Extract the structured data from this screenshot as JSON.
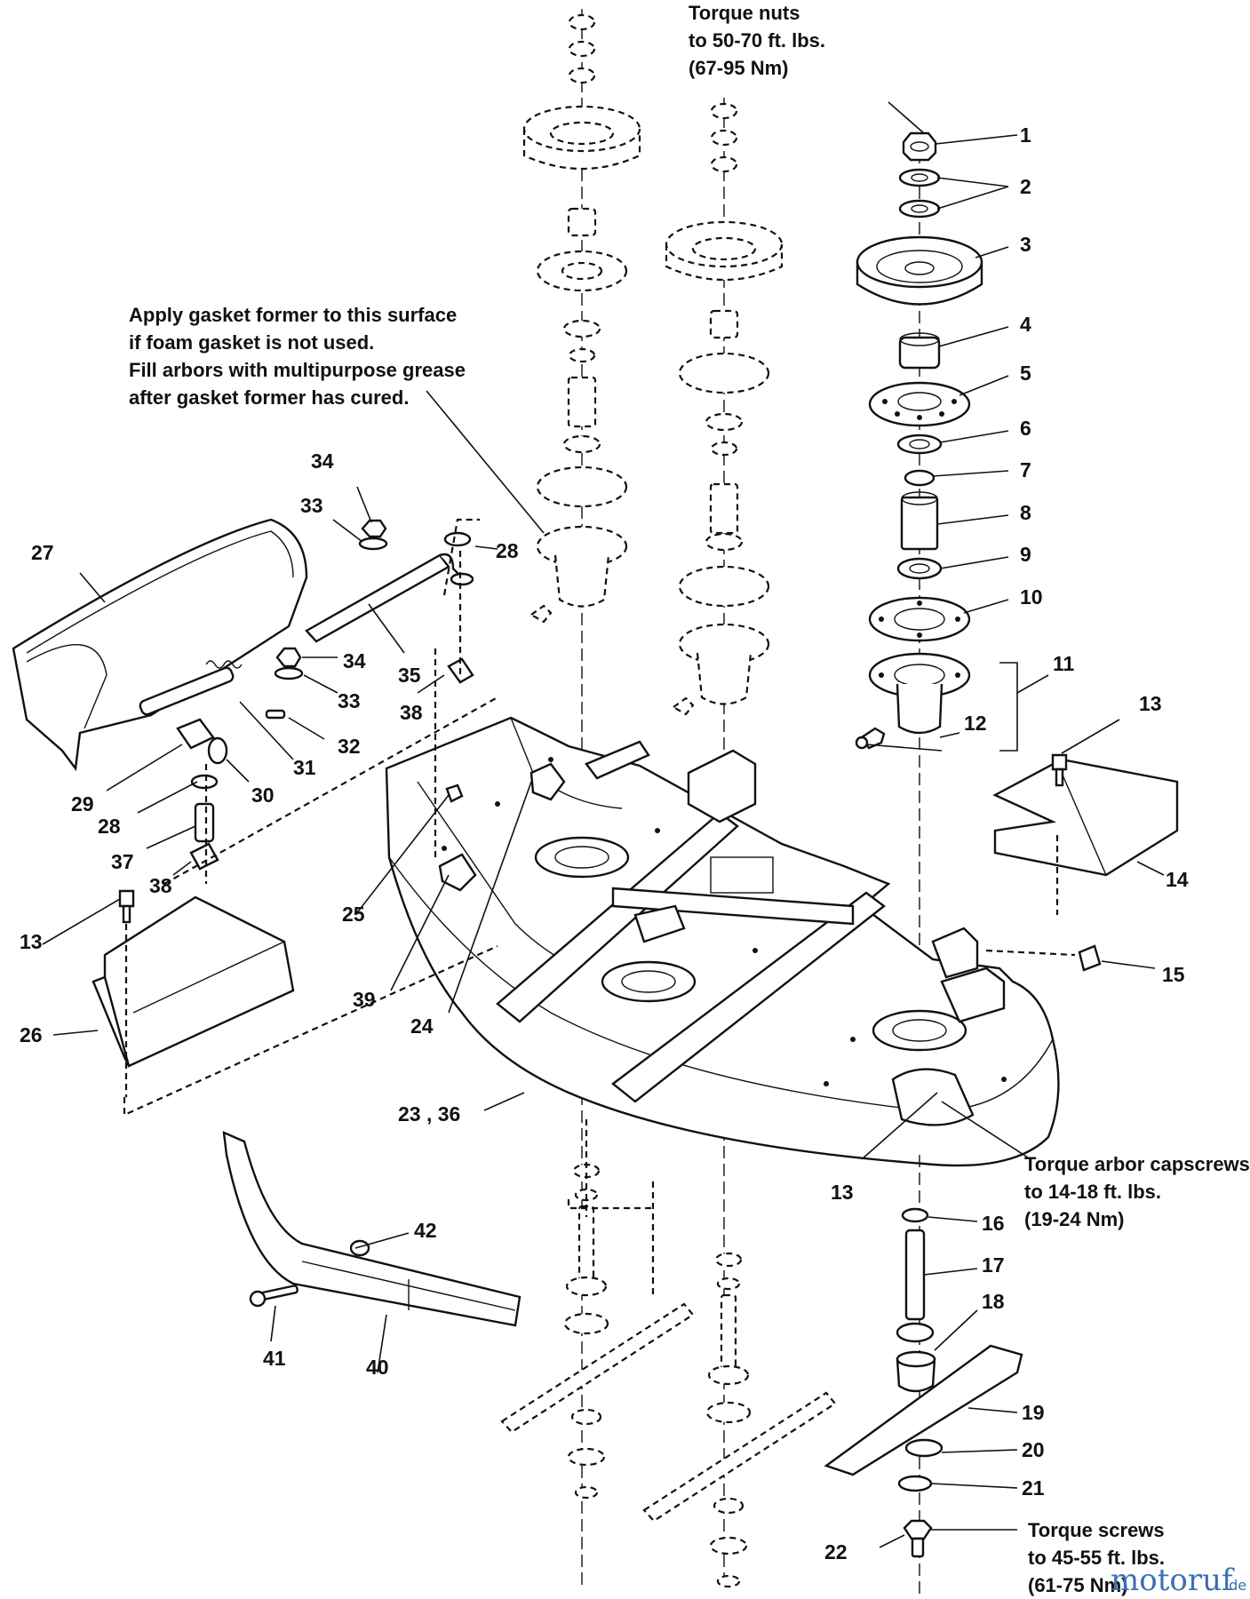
{
  "callouts": {
    "n1": "1",
    "n2": "2",
    "n3": "3",
    "n4": "4",
    "n5": "5",
    "n6": "6",
    "n7": "7",
    "n8": "8",
    "n9": "9",
    "n10": "10",
    "n11": "11",
    "n12": "12",
    "n13a": "13",
    "n13b": "13",
    "n13c": "13",
    "n14": "14",
    "n15": "15",
    "n16": "16",
    "n17": "17",
    "n18": "18",
    "n19": "19",
    "n20": "20",
    "n21": "21",
    "n22": "22",
    "n23_36": "23 , 36",
    "n24": "24",
    "n25": "25",
    "n26": "26",
    "n27": "27",
    "n28a": "28",
    "n28b": "28",
    "n29": "29",
    "n30": "30",
    "n31": "31",
    "n32": "32",
    "n33a": "33",
    "n33b": "33",
    "n34a": "34",
    "n34b": "34",
    "n35": "35",
    "n37": "37",
    "n38a": "38",
    "n38b": "38",
    "n39": "39",
    "n40": "40",
    "n41": "41",
    "n42": "42"
  },
  "notes": {
    "torque_nuts": [
      "Torque nuts",
      "to 50-70 ft. lbs.",
      "(67-95 Nm)"
    ],
    "gasket": [
      "Apply gasket former to this surface",
      "if foam gasket is not used.",
      "Fill arbors with multipurpose grease",
      "after gasket former has cured."
    ],
    "arbor_capscrews": [
      "Torque arbor capscrews",
      "to 14-18 ft. lbs.",
      "(19-24 Nm)"
    ],
    "torque_screws": [
      "Torque screws",
      "to 45-55 ft. lbs.",
      "(61-75 Nm)"
    ]
  },
  "watermark": {
    "brand": "motoruf",
    "suffix": ".de"
  }
}
